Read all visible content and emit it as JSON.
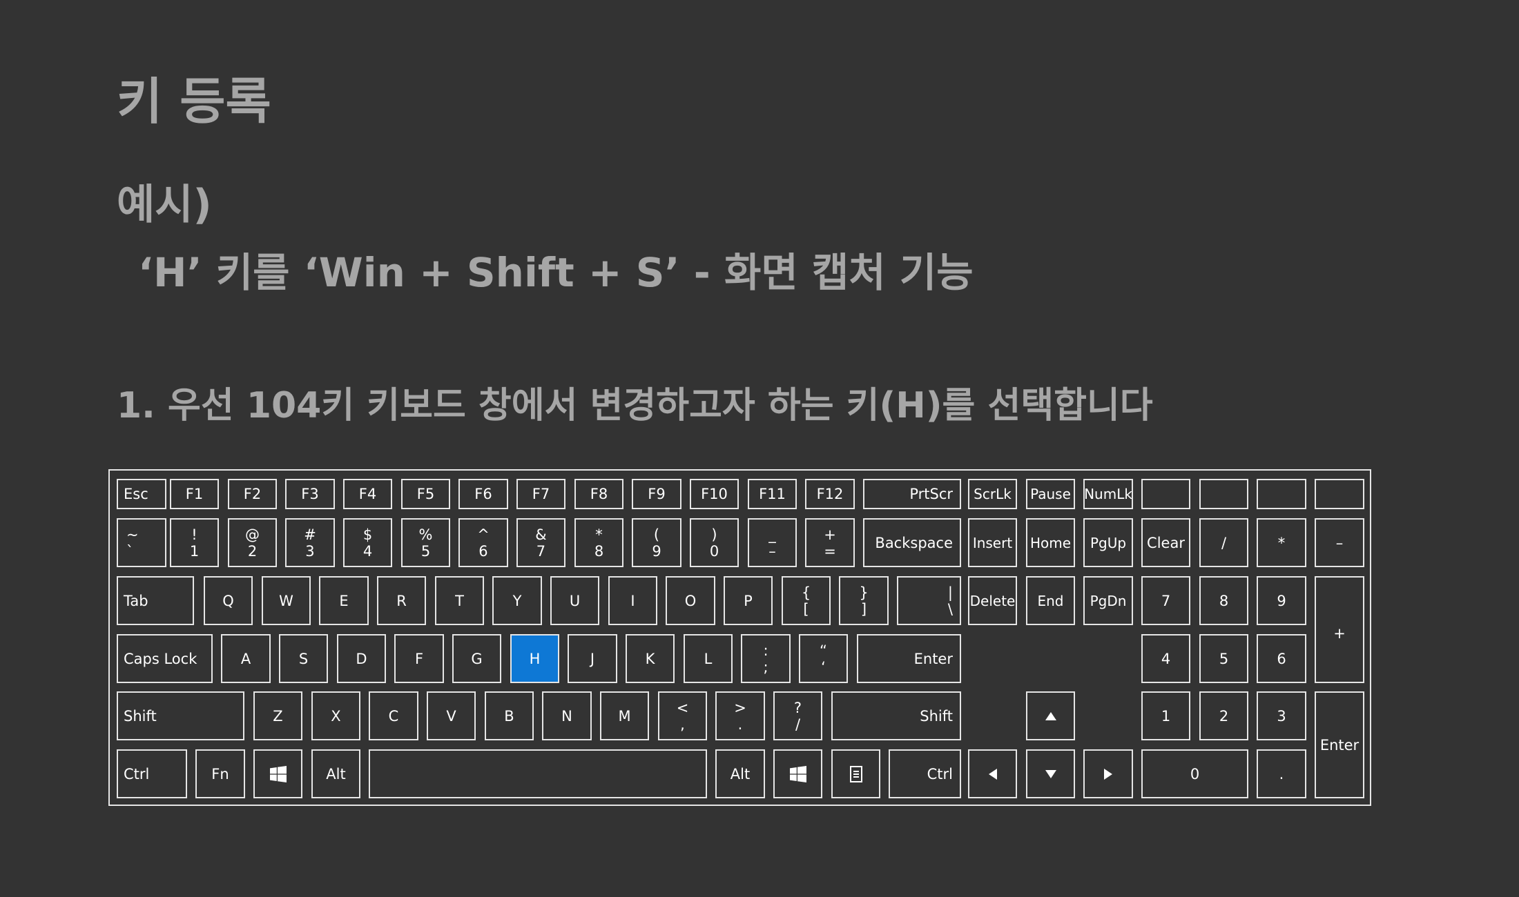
{
  "title": "키 등록",
  "example_label": "예시)",
  "example_desc": "‘H’ 키를 ‘Win + Shift + S’ - 화면 캡처 기능",
  "step1": "1. 우선 104키 키보드 창에서 변경하고자 하는 키(H)를 선택합니다",
  "keys": {
    "esc": "Esc",
    "f1": "F1",
    "f2": "F2",
    "f3": "F3",
    "f4": "F4",
    "f5": "F5",
    "f6": "F6",
    "f7": "F7",
    "f8": "F8",
    "f9": "F9",
    "f10": "F10",
    "f11": "F11",
    "f12": "F12",
    "prtscr": "PrtScr",
    "scrlk": "ScrLk",
    "pause": "Pause",
    "numlk": "NumLk",
    "tilde_top": "~",
    "tilde_bot": "`",
    "k1_top": "!",
    "k1_bot": "1",
    "k2_top": "@",
    "k2_bot": "2",
    "k3_top": "#",
    "k3_bot": "3",
    "k4_top": "$",
    "k4_bot": "4",
    "k5_top": "%",
    "k5_bot": "5",
    "k6_top": "^",
    "k6_bot": "6",
    "k7_top": "&",
    "k7_bot": "7",
    "k8_top": "*",
    "k8_bot": "8",
    "k9_top": "(",
    "k9_bot": "9",
    "k0_top": ")",
    "k0_bot": "0",
    "minus_top": "_",
    "minus_bot": "–",
    "equal_top": "+",
    "equal_bot": "=",
    "backspace": "Backspace",
    "insert": "Insert",
    "home": "Home",
    "pgup": "PgUp",
    "clear": "Clear",
    "num_slash": "/",
    "num_star": "*",
    "num_minus": "–",
    "tab": "Tab",
    "q": "Q",
    "w": "W",
    "e": "E",
    "r": "R",
    "t": "T",
    "y": "Y",
    "u": "U",
    "i": "I",
    "o": "O",
    "p": "P",
    "lbracket_top": "{",
    "lbracket_bot": "[",
    "rbracket_top": "}",
    "rbracket_bot": "]",
    "backslash_top": "|",
    "backslash_bot": "\\",
    "delete": "Delete",
    "end": "End",
    "pgdn": "PgDn",
    "num7": "7",
    "num8": "8",
    "num9": "9",
    "num_plus": "+",
    "capslock": "Caps Lock",
    "a": "A",
    "s": "S",
    "d": "D",
    "f": "F",
    "g": "G",
    "h": "H",
    "j": "J",
    "k": "K",
    "l": "L",
    "semicolon_top": ":",
    "semicolon_bot": ";",
    "quote_top": "“",
    "quote_bot": "‘",
    "enter": "Enter",
    "num4": "4",
    "num5": "5",
    "num6": "6",
    "lshift": "Shift",
    "z": "Z",
    "x": "X",
    "c": "C",
    "v": "V",
    "b": "B",
    "n": "N",
    "m": "M",
    "comma_top": "<",
    "comma_bot": ",",
    "period_top": ">",
    "period_bot": ".",
    "slash_top": "?",
    "slash_bot": "/",
    "rshift": "Shift",
    "num1": "1",
    "num2": "2",
    "num3": "3",
    "num_enter": "Enter",
    "lctrl": "Ctrl",
    "fn": "Fn",
    "lalt": "Alt",
    "ralt": "Alt",
    "rctrl": "Ctrl",
    "num0": "0",
    "num_dot": "."
  },
  "highlight_color": "#0e78d5"
}
